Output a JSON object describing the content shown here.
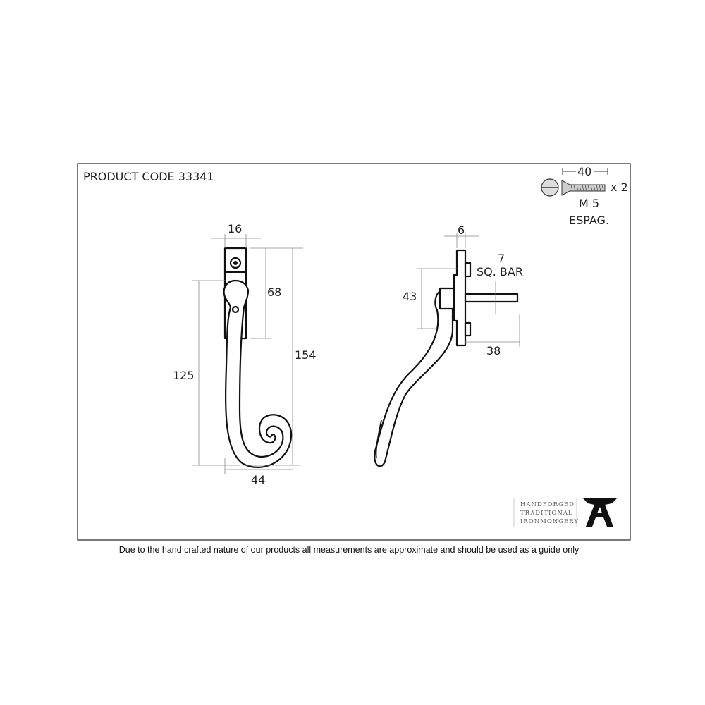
{
  "header": {
    "product_code": "PRODUCT CODE  33341"
  },
  "front_view": {
    "dims": {
      "top_width": "16",
      "plate_height": "68",
      "overall_height": "154",
      "handle_height": "125",
      "width": "44"
    }
  },
  "side_view": {
    "dims": {
      "plate_thickness": "6",
      "bar_size": "7",
      "bar_label": "SQ. BAR",
      "offset": "43",
      "bar_length": "38"
    }
  },
  "screw": {
    "length": "40",
    "quantity": "x 2",
    "size": "M 5",
    "type": "ESPAG."
  },
  "logo": {
    "lines": [
      "HANDFORGED",
      "TRADITIONAL",
      "IRONMONGERY"
    ],
    "mark": "A"
  },
  "footer": {
    "disclaimer": "Due to the hand crafted nature of our products all measurements are approximate and should be used as a guide only"
  }
}
